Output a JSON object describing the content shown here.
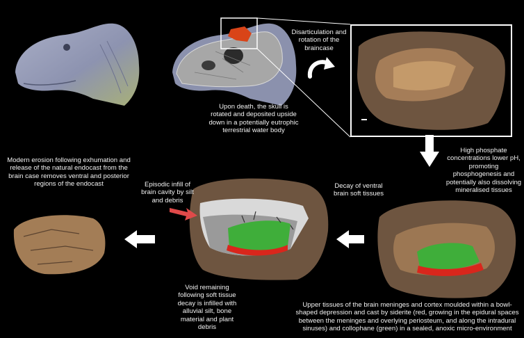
{
  "captions": {
    "disarticulation": "Disarticulation and rotation of the braincase",
    "upon_death": "Upon death, the skull is rotated and deposited upside down in a potentially eutrophic terrestrial water body",
    "high_phosphate": "High phosphate concentrations lower pH, promoting phosphogenesis and potentially also dissolving mineralised tissues",
    "modern_erosion": "Modern erosion following exhumation and release of the natural endocast from the brain case removes ventral and posterior regions of the endocast",
    "episodic": "Episodic infill of brain cavity by silt and debris",
    "decay": "Decay of ventral brain soft tissues",
    "void": "Void remaining following soft tissue decay is infilled with alluvial silt, bone material and plant debris",
    "upper_tissues": "Upper tissues of the brain meninges and cortex moulded within a bowl-shaped depression and cast by siderite (red, growing in the epidural spaces between the meninges and overlying periosteum, and along the intradural sinuses) and collophane (green) in a sealed, anoxic micro-environment"
  },
  "colors": {
    "background": "#000000",
    "rock": "#7a5e45",
    "siderite": "#d9261c",
    "collophane": "#3fae3a",
    "infill": "#d8d8d8",
    "arrow_red": "#e04a4a"
  }
}
